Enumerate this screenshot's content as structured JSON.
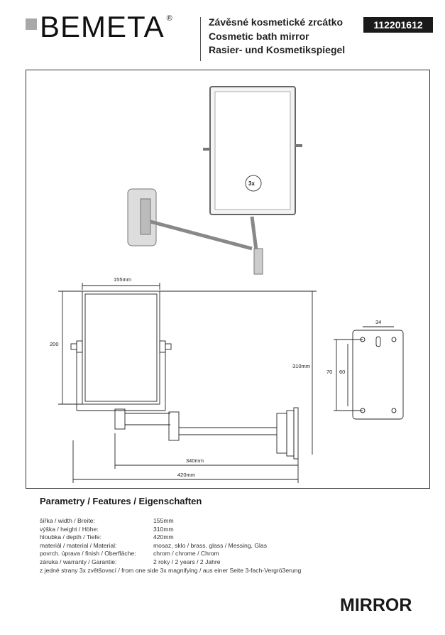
{
  "header": {
    "brand": "BEMETA",
    "registered": "®",
    "title_cz": "Závěsné kosmetické zrcátko",
    "title_en": "Cosmetic bath mirror",
    "title_de": "Rasier- und Kosmetikspiegel",
    "product_code": "112201612"
  },
  "drawing": {
    "magnification_badge": "3x",
    "dims": {
      "width": "155mm",
      "mirror_height": "200",
      "total_height": "310mm",
      "arm_length": "340mm",
      "depth": "420mm",
      "plate_hole_spacing": "34",
      "plate_height": "70",
      "plate_hole_height": "60"
    }
  },
  "parameters": {
    "heading": "Parametry / Features / Eigenschaften",
    "rows": [
      {
        "label": "šířka / width / Breite:",
        "value": "155mm"
      },
      {
        "label": "výška / height / Höhe:",
        "value": "310mm"
      },
      {
        "label": "hloubka / depth / Tiefe:",
        "value": "420mm"
      },
      {
        "label": "materiál / material / Material:",
        "value": "mosaz, sklo / brass, glass / Messing, Glas"
      },
      {
        "label": "povrch. úprava / finish / Oberfläche:",
        "value": "chrom / chrome / Chrom"
      },
      {
        "label": "záruka / warranty / Garantie:",
        "value": "2 roky / 2 years / 2 Jahre"
      }
    ],
    "note": "z jedné strany 3x zvětšovací / from one side 3x magnifying / aus einer Seite 3-fach-Vergrö3erung"
  },
  "footer": {
    "category": "MIRROR"
  }
}
